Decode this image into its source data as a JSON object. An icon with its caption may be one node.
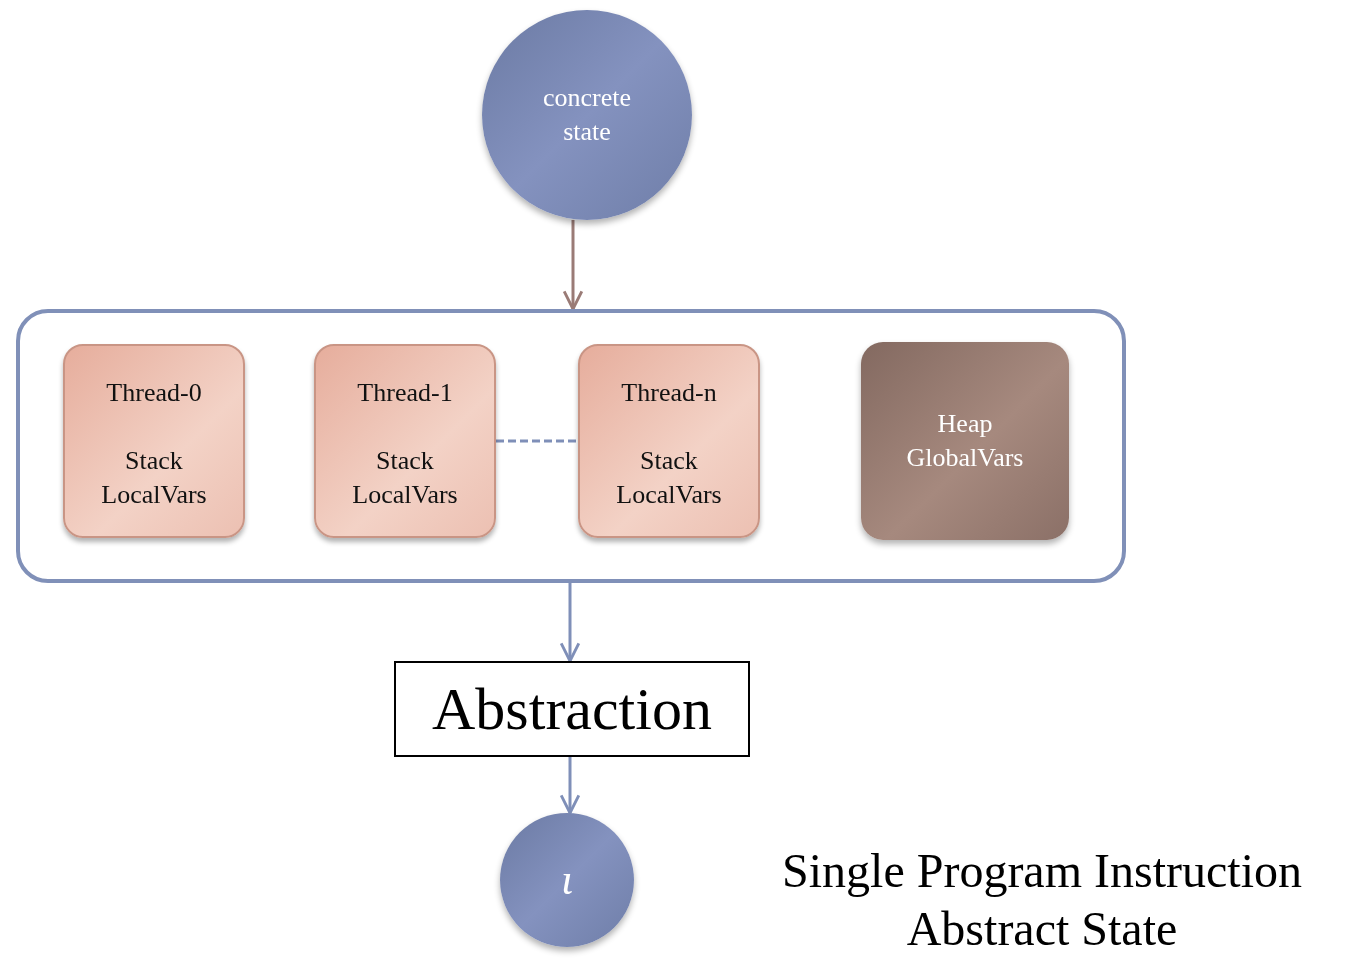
{
  "diagram": {
    "nodes": [
      {
        "text": [
          "concrete state"
        ]
      },
      {
        "text": [],
        "shape": "box"
      },
      {
        "text": [
          "Thread-0",
          "Stack LocalVars"
        ],
        "in": 1
      },
      {
        "text": [
          "Thread-1",
          "Stack LocalVars"
        ],
        "in": 1
      },
      {
        "text": [
          "Thread-n",
          "Stack LocalVars"
        ],
        "in": 1
      },
      {
        "text": [
          "Heap GlobalVars"
        ],
        "in": 1
      },
      {
        "text": [
          "Abstraction"
        ]
      },
      {
        "text": [
          "ι"
        ]
      }
    ],
    "edges": [
      {
        "from": 0,
        "to": 1,
        "arrow": "to",
        "color": "#9a7b76"
      },
      {
        "from": 3,
        "to": 4,
        "arrow": "none",
        "style": "dashed"
      },
      {
        "from": 1,
        "to": 6,
        "arrow": "to"
      },
      {
        "from": 6,
        "to": 7,
        "arrow": "to"
      }
    ],
    "labels": [
      "Single Program Instruction Abstract State"
    ]
  }
}
